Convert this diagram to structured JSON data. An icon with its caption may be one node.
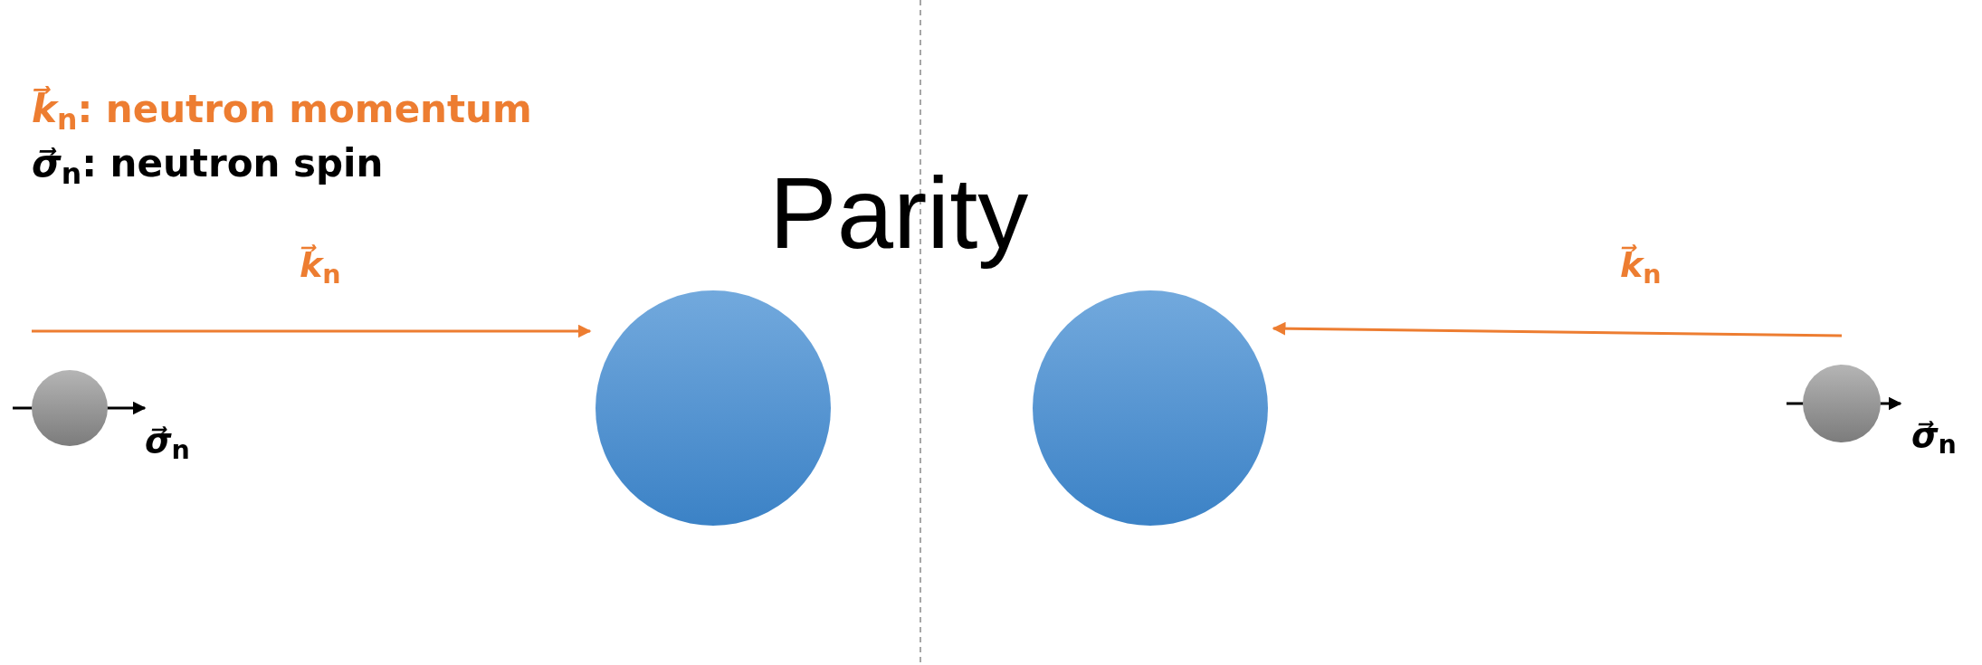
{
  "diagram": {
    "title": "Parity",
    "nodes": [
      {
        "text": [],
        "shape": "circle"
      },
      {
        "text": [],
        "shape": "circle"
      },
      {
        "text": [],
        "shape": "circle",
        "beside": [
          "*σ⃗*$_{n}$"
        ]
      },
      {
        "text": [],
        "shape": "circle",
        "beside": [
          "*σ⃗*$_{n}$"
        ]
      }
    ],
    "edges": [
      {
        "from": null,
        "to": 0,
        "arrow": "to",
        "label": "*k⃗*$_{n}$"
      },
      {
        "from": null,
        "to": 1,
        "arrow": "to",
        "label": "*k⃗*$_{n}$"
      }
    ],
    "labels": [
      "*k⃗*$_{n}$: neutron momentum",
      "*σ⃗*$_{n}$: neutron spin"
    ]
  }
}
